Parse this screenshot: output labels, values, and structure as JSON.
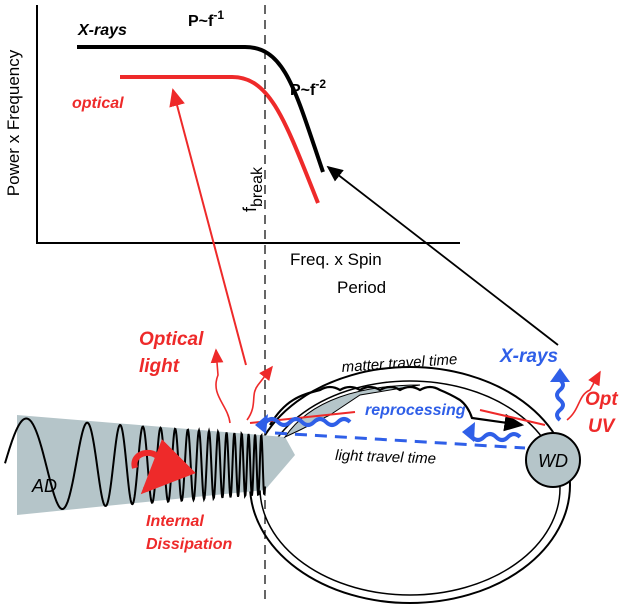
{
  "plot": {
    "ylabel": "Power x Frequency",
    "xlabel_line1": "Freq. x Spin",
    "xlabel_line2": "Period",
    "fbreak": "f",
    "fbreak_sub": "break",
    "xrays_label": "X-rays",
    "optical_label": "optical",
    "slope1": "P~f",
    "slope1_exp": "-1",
    "slope2": "P~f",
    "slope2_exp": "-2"
  },
  "diagram": {
    "optical_light_1": "Optical",
    "optical_light_2": "light",
    "matter_travel": "matter travel time",
    "reprocessing": "reprocessing",
    "light_travel": "light travel time",
    "xrays": "X-rays",
    "opt": "Opt",
    "uv": "UV",
    "wd": "WD",
    "ad": "AD",
    "internal_1": "Internal",
    "internal_2": "Dissipation"
  },
  "colors": {
    "red": "#ee2a2a",
    "blue": "#2f5fe8",
    "disk": "#b5c5c9",
    "black": "#000000"
  }
}
